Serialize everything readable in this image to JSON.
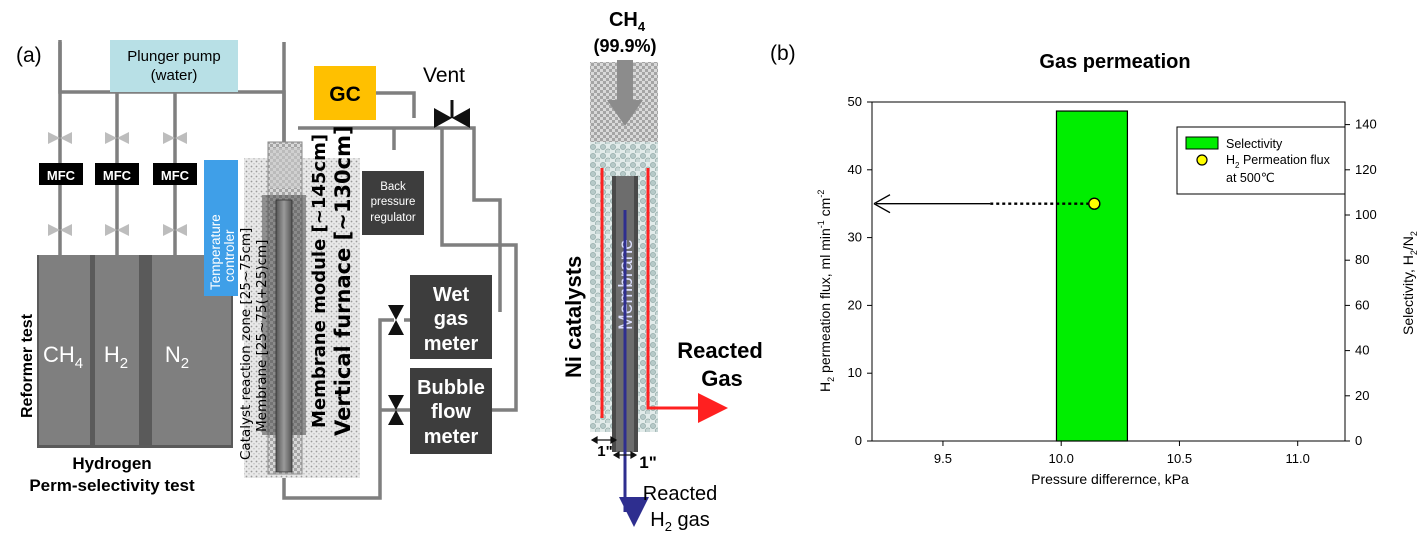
{
  "panel_a": {
    "label": "(a)",
    "plunger_pump": {
      "line1": "Plunger pump",
      "line2": "(water)"
    },
    "gc": "GC",
    "vent": "Vent",
    "mfc": [
      "MFC",
      "MFC",
      "MFC"
    ],
    "temperature_controller": {
      "line1": "Temperature",
      "line2": "controler"
    },
    "back_pressure_regulator": {
      "line1": "Back",
      "line2": "pressure",
      "line3": "regulator"
    },
    "cylinders": [
      {
        "base": "CH",
        "sub": "4"
      },
      {
        "base": "H",
        "sub": "2"
      },
      {
        "base": "N",
        "sub": "2"
      }
    ],
    "reformer_test": "Reformer test",
    "hydrogen_test": {
      "line1": "Hydrogen",
      "line2": "Perm-selectivity test"
    },
    "catalyst_zone": "Catalyst reaction zone [25~75cm]",
    "membrane_len": "Membrane [25~75(+25)cm]",
    "membrane_module": "Membrane module [~145cm]",
    "vertical_furnace": "Vertical furnace [~130cm]",
    "wet_gas_meter": {
      "line1": "Wet",
      "line2": "gas",
      "line3": "meter"
    },
    "bubble_flow_meter": {
      "line1": "Bubble",
      "line2": "flow",
      "line3": "meter"
    },
    "colors": {
      "pump": "#b8e0e6",
      "gc": "#ffc000",
      "temp": "#3f9fe8",
      "cylinder": "#7f7f7f",
      "meter": "#3d3d3d"
    }
  },
  "reactor": {
    "feed": {
      "base": "CH",
      "sub": "4",
      "purity": "(99.9%)"
    },
    "catalyst": "Ni catalysts",
    "membrane": "Membrane",
    "reacted_gas": {
      "line1": "Reacted",
      "line2": "Gas"
    },
    "reacted_h2": {
      "line1": "Reacted",
      "base": "H",
      "sub": "2",
      "rest": " gas"
    },
    "dims": {
      "outer": "1\"",
      "inner": "1\""
    }
  },
  "panel_b": {
    "label": "(b)",
    "legend": {
      "bar": "Selectivity",
      "point_line1": "Permeation flux",
      "point_base": "H",
      "point_sub": "2",
      "point_line2": "at 500℃"
    }
  },
  "chart_data": {
    "type": "bar",
    "title": "Gas permeation",
    "xlabel": "Pressure differernce, kPa",
    "ylabel_left": "H2 permeation flux, ml min-1 cm-2",
    "ylabel_right": "Selectivity, H2/N2",
    "xlim": [
      9.2,
      11.2
    ],
    "ylim_left": [
      0,
      50
    ],
    "ylim_right": [
      0,
      150
    ],
    "xticks": [
      9.5,
      10.0,
      10.5,
      11.0
    ],
    "yticks_left": [
      0,
      10,
      20,
      30,
      40,
      50
    ],
    "yticks_right": [
      0,
      20,
      40,
      60,
      80,
      100,
      120,
      140
    ],
    "grid": false,
    "legend_position": "top-right",
    "series": [
      {
        "name": "Selectivity",
        "kind": "bar",
        "axis": "right",
        "x_range": [
          9.98,
          10.28
        ],
        "value": 146,
        "color": "#00ee00"
      },
      {
        "name": "H2 Permeation flux at 500℃",
        "kind": "point",
        "axis": "left",
        "x": 10.14,
        "y": 35,
        "color": "#ffff00"
      }
    ]
  }
}
